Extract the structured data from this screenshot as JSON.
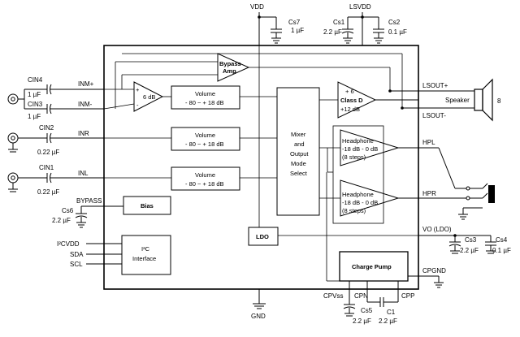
{
  "supplies": {
    "vdd": "VDD",
    "lsvdd": "LSVDD",
    "cs7": "Cs7",
    "cs7_val": "1 µF",
    "cs1": "Cs1",
    "cs1_val": "2.2 µF",
    "cs2": "Cs2",
    "cs2_val": "0.1 µF",
    "gnd": "GND"
  },
  "inputs": {
    "cin4": "CIN4",
    "cin4_val": "1 µF",
    "inm_plus": "INM+",
    "cin3": "CIN3",
    "cin3_val": "1 µF",
    "inm_minus": "INM-",
    "cin2": "CIN2",
    "cin2_val": "0.22 µF",
    "inr": "INR",
    "cin1": "CIN1",
    "cin1_val": "0.22 µF",
    "inl": "INL",
    "bypass": "BYPASS",
    "cs6": "Cs6",
    "cs6_val": "2.2 µF",
    "i2cvdd": "I²CVDD",
    "sda": "SDA",
    "scl": "SCL"
  },
  "blocks": {
    "bypass_amp_1": "Bypass",
    "bypass_amp_2": "Amp",
    "preamp_gain": "6 dB",
    "vol1_line1": "Volume",
    "vol1_line2": "- 80 ~ + 18 dB",
    "vol2_line1": "Volume",
    "vol2_line2": "- 80 ~ + 18 dB",
    "vol3_line1": "Volume",
    "vol3_line2": "- 80 ~ + 18 dB",
    "mixer_1": "Mixer",
    "mixer_2": "and",
    "mixer_3": "Output",
    "mixer_4": "Mode",
    "mixer_5": "Select",
    "classd_1": "+ 6",
    "classd_2": "Class D",
    "classd_3": "+12 dB",
    "hp1_1": "Headphone",
    "hp1_2": "-18 dB - 0 dB",
    "hp1_3": "(8 steps)",
    "hp2_1": "Headphone",
    "hp2_2": "-18 dB - 0 dB",
    "hp2_3": "(8 steps)",
    "bias": "Bias",
    "ldo": "LDO",
    "i2c_1": "I²C",
    "i2c_2": "Interface",
    "charge_pump": "Charge Pump"
  },
  "outputs": {
    "lsout_plus": "LSOUT+",
    "lsout_minus": "LSOUT-",
    "speaker": "Speaker",
    "speaker_ohms": "8",
    "hpl": "HPL",
    "hpr": "HPR",
    "vo_ldo": "VO (LDO)",
    "cs3": "Cs3",
    "cs3_val": "2.2 µF",
    "cs4": "Cs4",
    "cs4_val": "0.1 µF",
    "cpgnd": "CPGND",
    "cpvss": "CPVss",
    "cpn": "CPN",
    "cpp": "CPP",
    "cs5": "Cs5",
    "cs5_val": "2.2 µF",
    "c1": "C1",
    "c1_val": "2.2 µF"
  }
}
